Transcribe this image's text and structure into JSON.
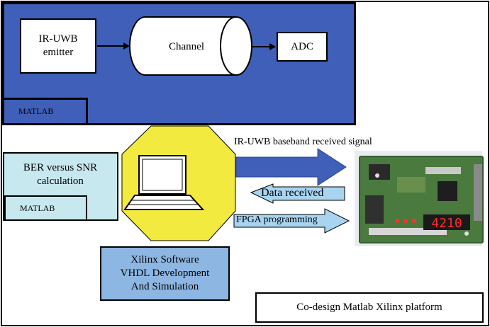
{
  "diagram": {
    "emitter_label": "IR-UWB\nemitter",
    "channel_label": "Channel",
    "adc_label": "ADC",
    "matlab_top_label": "MATLAB",
    "matlab_bottom_label": "MATLAB",
    "ber_label": "BER versus SNR calculation",
    "xilinx_lines": [
      "Xilinx Software",
      "VHDL Development",
      "And Simulation"
    ],
    "arrow_received_signal": "IR-UWB baseband received signal",
    "arrow_data_received": "Data received",
    "arrow_fpga_programming": "FPGA programming",
    "platform_label": "Co-design Matlab Xilinx platform",
    "fpga_display": "4210"
  },
  "colors": {
    "top_panel": "#3f5fb8",
    "octagon": "#f2ea3e",
    "ber_box": "#c8e8ef",
    "xilinx_box": "#8db6e2",
    "arrow_big": "#3f5fb8",
    "arrow_light": "#a8d4f0"
  }
}
